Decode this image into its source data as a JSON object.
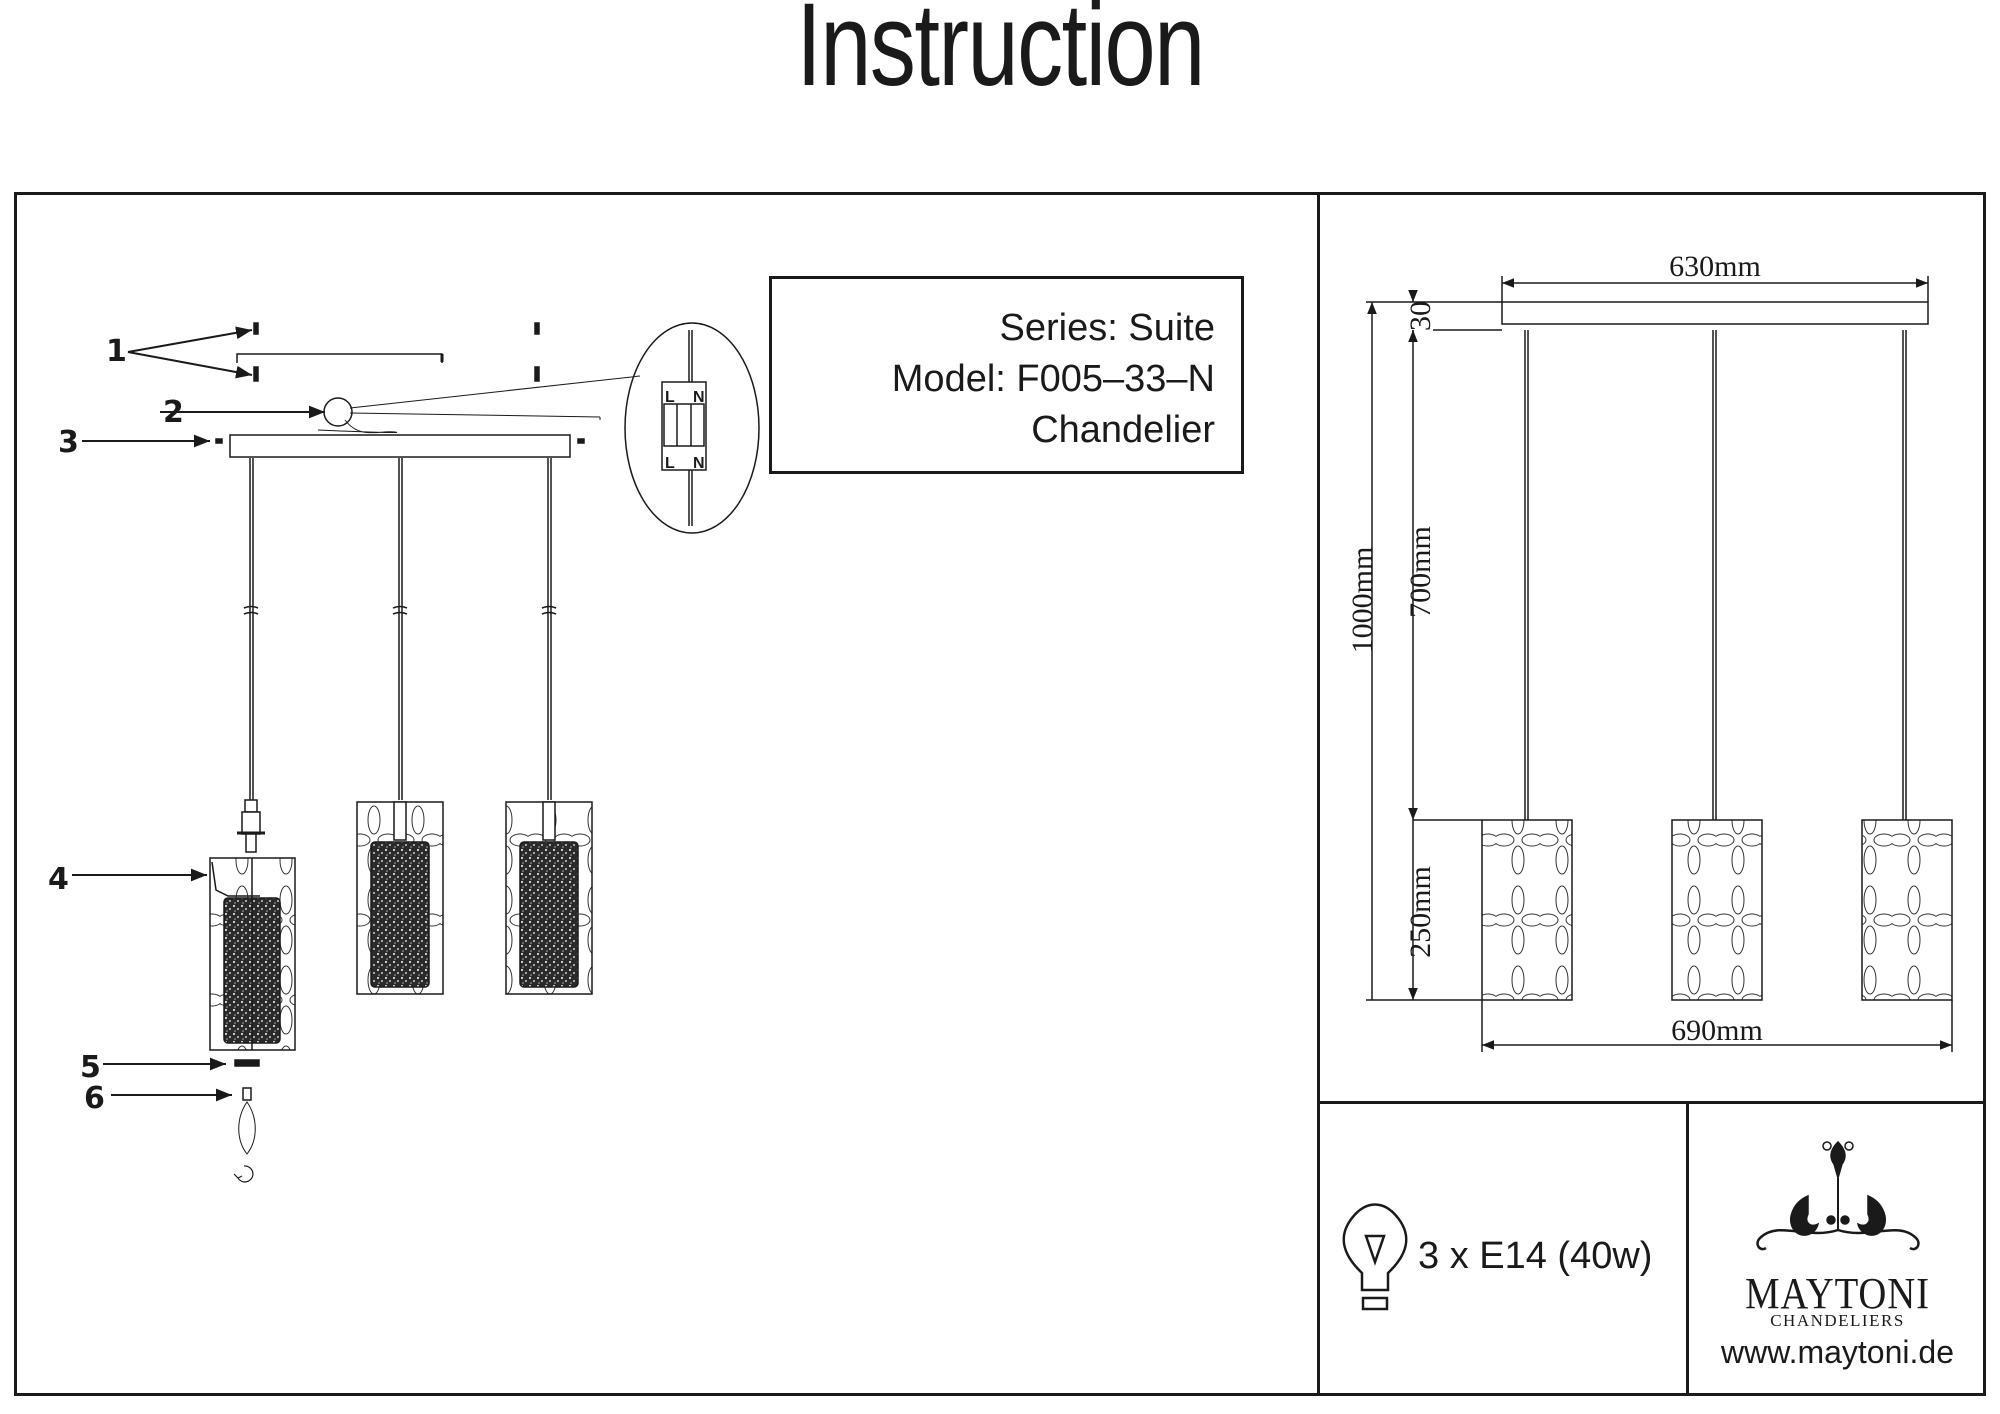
{
  "document": {
    "title": "Instruction"
  },
  "product_info": {
    "series": "Series: Suite",
    "model": "Model: F005–33–N",
    "type": "Chandelier"
  },
  "assembly": {
    "part_labels": [
      "1",
      "2",
      "3",
      "4",
      "5",
      "6"
    ],
    "terminal_labels": {
      "live": "L",
      "neutral": "N"
    }
  },
  "dimensions": {
    "canopy_width": "630mm",
    "canopy_height": "30",
    "total_height": "1000mm",
    "cord_length": "700mm",
    "shade_height": "250mm",
    "overall_width": "690mm"
  },
  "bulb": {
    "spec": "3 x E14 (40w)",
    "icon": "light-bulb-icon"
  },
  "brand": {
    "name": "MAYTONI",
    "subtitle": "CHANDELIERS",
    "website": "www.maytoni.de",
    "logo_icon": "ornamental-chandelier-logo"
  },
  "colors": {
    "ink": "#1a1a1a",
    "background": "#ffffff"
  }
}
